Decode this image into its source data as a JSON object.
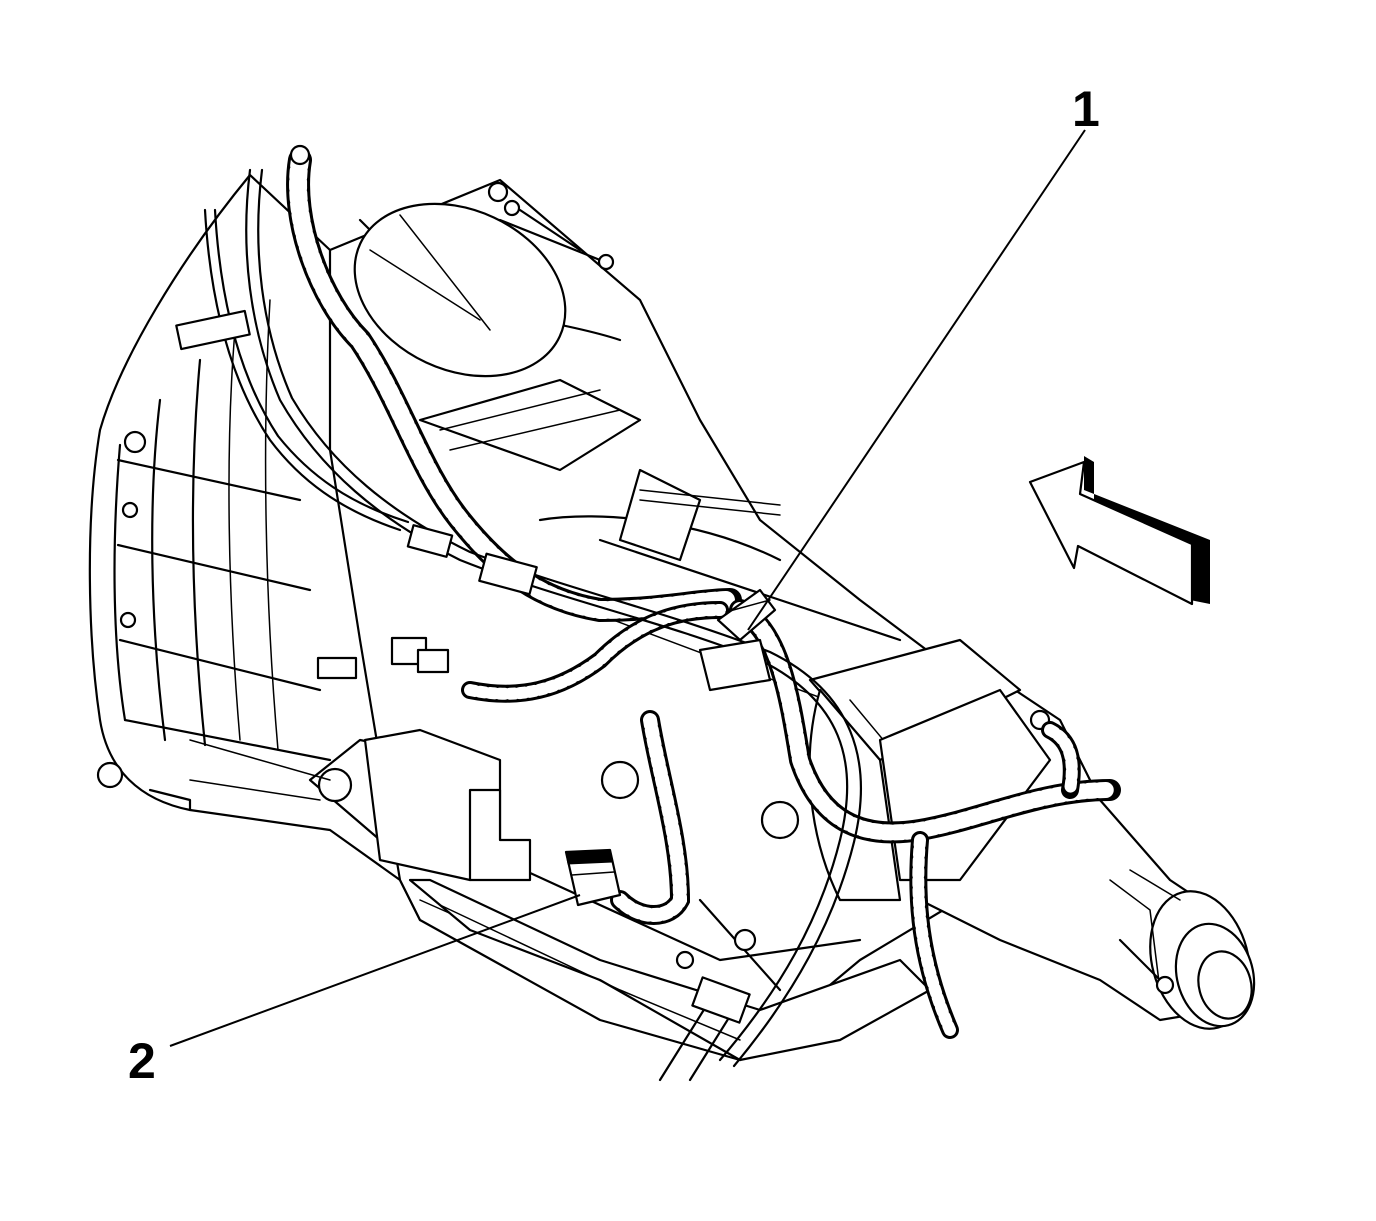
{
  "diagram": {
    "callouts": [
      {
        "id": "callout-1",
        "label": "1"
      },
      {
        "id": "callout-2",
        "label": "2"
      }
    ],
    "ink_color": "#000000",
    "paper_color": "#ffffff"
  }
}
